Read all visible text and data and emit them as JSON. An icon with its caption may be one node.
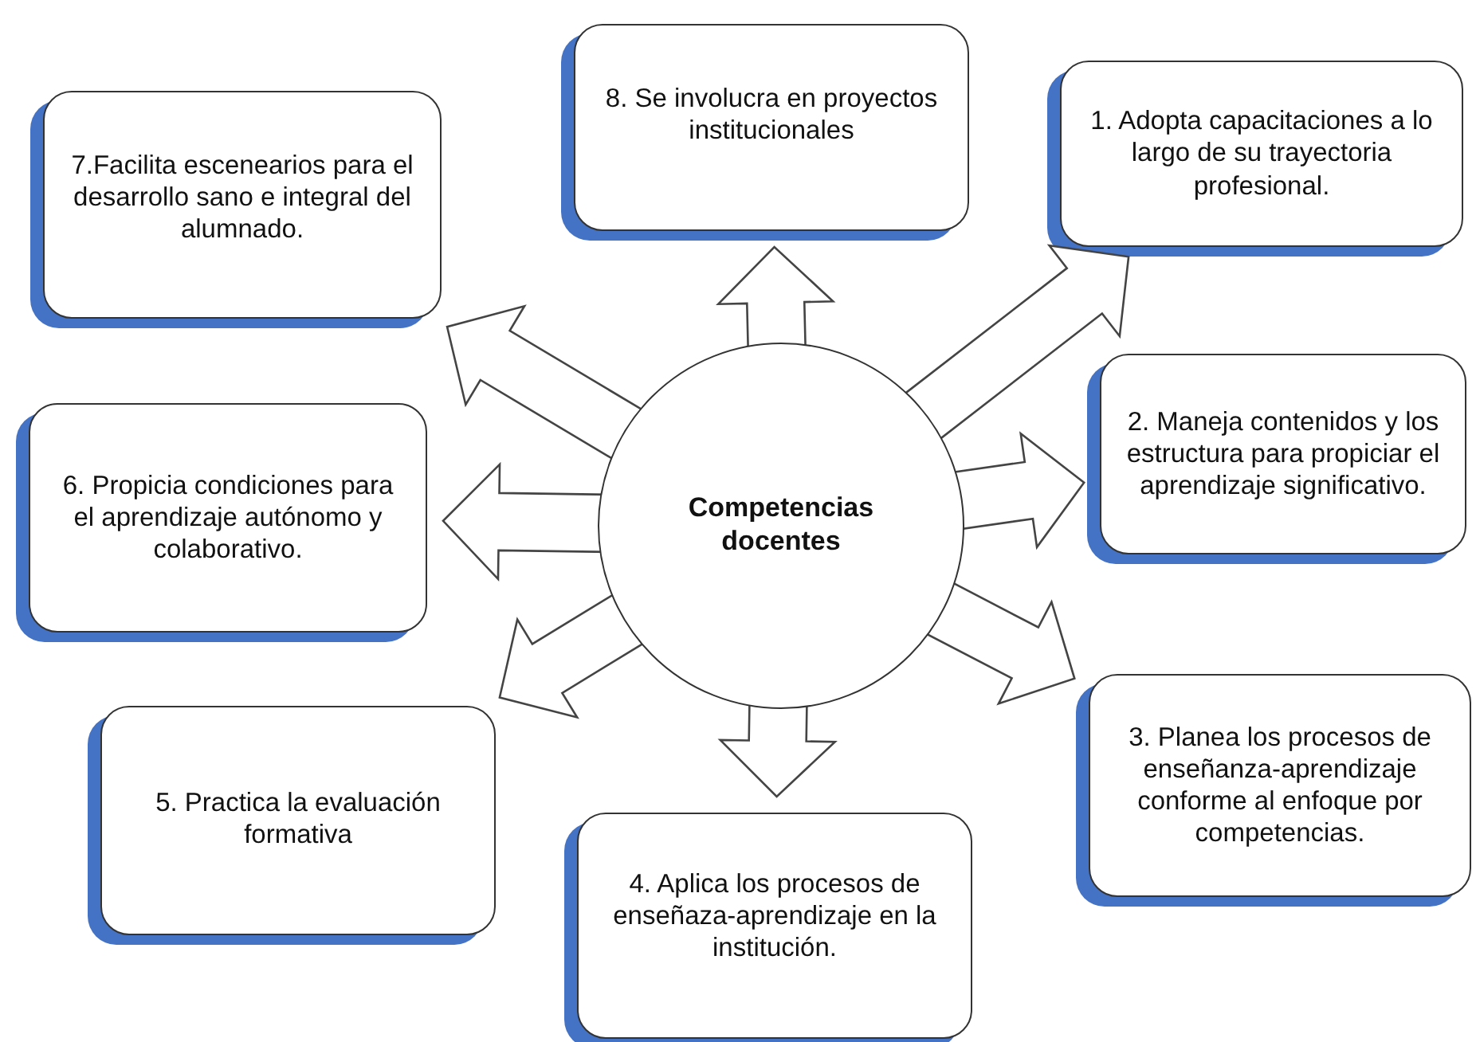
{
  "diagram": {
    "nodes": [
      {
        "text": [
          "Competencias docentes"
        ]
      },
      {
        "text": [
          "1. Adopta capacitaciones a lo largo de su trayectoria profesional."
        ]
      },
      {
        "text": [
          "2. Maneja contenidos y los estructura para propiciar el aprendizaje significativo."
        ]
      },
      {
        "text": [
          "3. Planea los procesos de enseñanza-aprendizaje conforme al enfoque por competencias."
        ]
      },
      {
        "text": [
          "4. Aplica los procesos de enseñaza-aprendizaje en la institución."
        ]
      },
      {
        "text": [
          "5. Practica la evaluación formativa"
        ]
      },
      {
        "text": [
          "6. Propicia condiciones para el aprendizaje autónomo y colaborativo."
        ]
      },
      {
        "text": [
          "7.Facilita escenearios para el desarrollo sano e integral del alumnado."
        ]
      },
      {
        "text": [
          "8. Se involucra en proyectos institucionales"
        ]
      }
    ],
    "edges": [
      {
        "from": 0,
        "to": 1,
        "arrow": "to"
      },
      {
        "from": 0,
        "to": 2,
        "arrow": "to"
      },
      {
        "from": 0,
        "to": 3,
        "arrow": "to"
      },
      {
        "from": 0,
        "to": 4,
        "arrow": "to"
      },
      {
        "from": 0,
        "to": 5,
        "arrow": "to"
      },
      {
        "from": 0,
        "to": 6,
        "arrow": "to"
      },
      {
        "from": 0,
        "to": 7,
        "arrow": "to"
      },
      {
        "from": 0,
        "to": 8,
        "arrow": "to"
      }
    ]
  }
}
